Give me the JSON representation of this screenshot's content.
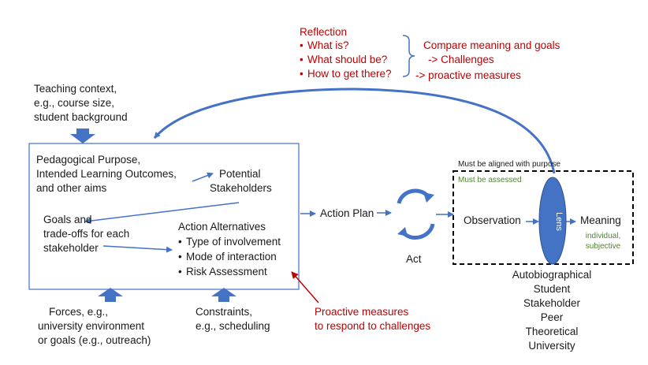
{
  "reflection": {
    "title": "Reflection",
    "questions": [
      "What is?",
      "What should be?",
      "How to get there?"
    ],
    "compare": "Compare meaning and goals",
    "challenges": "-> Challenges",
    "proactive": "-> proactive measures"
  },
  "teaching_context": [
    "Teaching context,",
    "e.g., course size,",
    "student background"
  ],
  "main_box": {
    "purpose": [
      "Pedagogical Purpose,",
      "Intended Learning Outcomes,",
      "and other aims"
    ],
    "stakeholders": [
      "Potential",
      "Stakeholders"
    ],
    "goals": [
      "Goals and",
      "trade-offs for each",
      "stakeholder"
    ],
    "alternatives_title": "Action Alternatives",
    "alternatives": [
      "Type of involvement",
      "Mode of interaction",
      "Risk Assessment"
    ]
  },
  "forces": [
    "Forces, e.g.,",
    "university environment",
    "or goals (e.g., outreach)"
  ],
  "constraints": [
    "Constraints,",
    "e.g., scheduling"
  ],
  "proactive_measures": [
    "Proactive measures",
    "to respond to challenges"
  ],
  "action_plan": "Action Plan",
  "act": "Act",
  "assessment_box": {
    "aligned": "Must be aligned with purpose",
    "assessed": "Must be assessed",
    "observation": "Observation",
    "lens": "Lens",
    "meaning": "Meaning",
    "meaning_note": [
      "individual,",
      "subjective"
    ]
  },
  "lens_types": [
    "Autobiographical",
    "Student",
    "Stakeholder",
    "Peer",
    "Theoretical",
    "University"
  ],
  "colors": {
    "arrow_blue": "#4472c4",
    "red_text": "#c00000",
    "green_text": "#548235",
    "lens_fill": "#4472c4"
  }
}
